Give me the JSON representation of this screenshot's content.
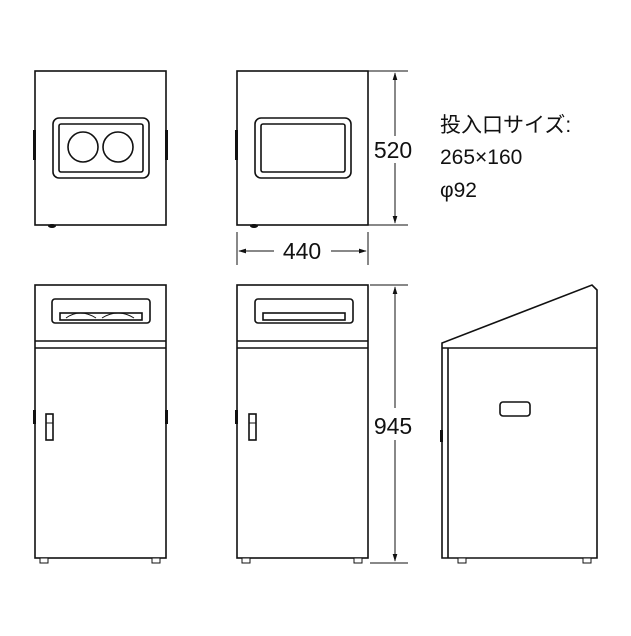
{
  "dimensions": {
    "height_top": "520",
    "width": "440",
    "height_total": "945"
  },
  "spec": {
    "line1": "投入口サイズ:",
    "line2": "265×160",
    "line3": "φ92"
  }
}
